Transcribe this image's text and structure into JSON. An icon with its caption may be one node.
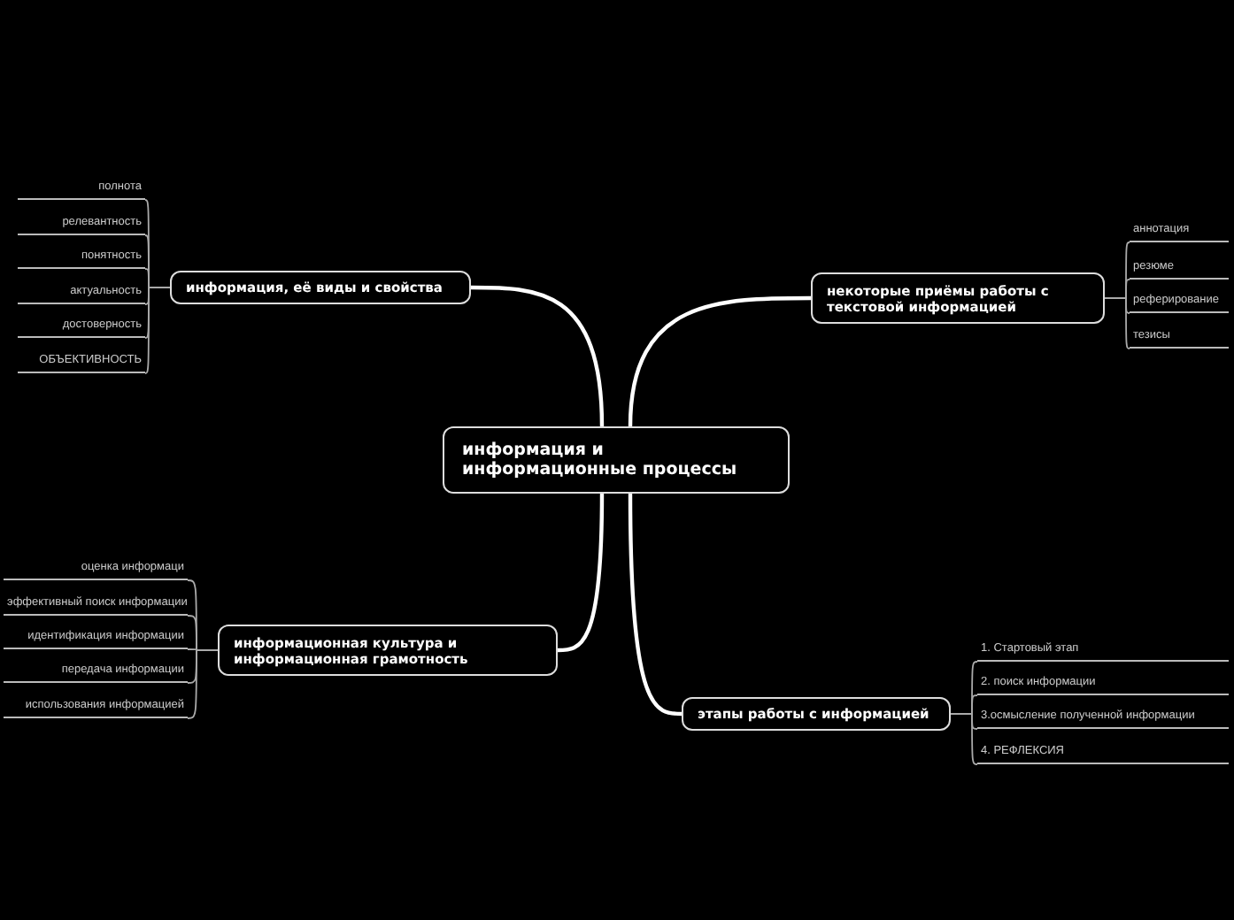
{
  "diagram": {
    "nodes": [
      {
        "text": [
          "информация и информационные процессы"
        ]
      },
      {
        "text": [
          "информация, её виды и свойства"
        ]
      },
      {
        "text": [
          "некоторые приёмы работы с текстовой информацией"
        ]
      },
      {
        "text": [
          "информационная культура и информационная грамотность"
        ]
      },
      {
        "text": [
          "этапы работы с информацией"
        ]
      },
      {
        "text": [
          "полнота"
        ]
      },
      {
        "text": [
          "релевантность"
        ]
      },
      {
        "text": [
          "понятность"
        ]
      },
      {
        "text": [
          "актуальность"
        ]
      },
      {
        "text": [
          "достоверность"
        ]
      },
      {
        "text": [
          "ОБЪЕКТИВНОСТЬ"
        ]
      },
      {
        "text": [
          "аннотация"
        ]
      },
      {
        "text": [
          "резюме"
        ]
      },
      {
        "text": [
          "реферирование"
        ]
      },
      {
        "text": [
          "тезисы"
        ]
      },
      {
        "text": [
          "оценка информаци"
        ]
      },
      {
        "text": [
          "эффективный поиск информации"
        ]
      },
      {
        "text": [
          "идентификация информации"
        ]
      },
      {
        "text": [
          "передача информации"
        ]
      },
      {
        "text": [
          "использования информацией"
        ]
      },
      {
        "text": [
          "1. Стартовый этап"
        ]
      },
      {
        "text": [
          "2. поиск информации"
        ]
      },
      {
        "text": [
          "3.осмысление полученной информации"
        ]
      },
      {
        "text": [
          "4. РЕФЛЕКСИЯ"
        ]
      }
    ],
    "edges": [
      {
        "from": 0,
        "to": 1,
        "arrow": "none"
      },
      {
        "from": 0,
        "to": 2,
        "arrow": "none"
      },
      {
        "from": 0,
        "to": 3,
        "arrow": "none"
      },
      {
        "from": 0,
        "to": 4,
        "arrow": "none"
      },
      {
        "from": 1,
        "to": 5,
        "arrow": "none"
      },
      {
        "from": 1,
        "to": 6,
        "arrow": "none"
      },
      {
        "from": 1,
        "to": 7,
        "arrow": "none"
      },
      {
        "from": 1,
        "to": 8,
        "arrow": "none"
      },
      {
        "from": 1,
        "to": 9,
        "arrow": "none"
      },
      {
        "from": 1,
        "to": 10,
        "arrow": "none"
      },
      {
        "from": 2,
        "to": 11,
        "arrow": "none"
      },
      {
        "from": 2,
        "to": 12,
        "arrow": "none"
      },
      {
        "from": 2,
        "to": 13,
        "arrow": "none"
      },
      {
        "from": 2,
        "to": 14,
        "arrow": "none"
      },
      {
        "from": 3,
        "to": 15,
        "arrow": "none"
      },
      {
        "from": 3,
        "to": 16,
        "arrow": "none"
      },
      {
        "from": 3,
        "to": 17,
        "arrow": "none"
      },
      {
        "from": 3,
        "to": 18,
        "arrow": "none"
      },
      {
        "from": 3,
        "to": 19,
        "arrow": "none"
      },
      {
        "from": 4,
        "to": 20,
        "arrow": "none"
      },
      {
        "from": 4,
        "to": 21,
        "arrow": "none"
      },
      {
        "from": 4,
        "to": 22,
        "arrow": "none"
      },
      {
        "from": 4,
        "to": 23,
        "arrow": "none"
      }
    ]
  }
}
